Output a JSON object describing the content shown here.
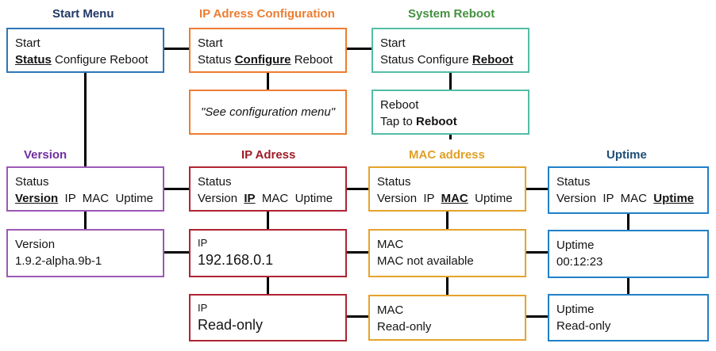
{
  "titles": {
    "start_menu": "Start Menu",
    "ip_config": "IP Adress Configuration",
    "system_reboot": "System Reboot",
    "version": "Version",
    "ip_address": "IP Adress",
    "mac_address": "MAC address",
    "uptime": "Uptime"
  },
  "nodes": {
    "start_menu": {
      "line1": "Start",
      "pre": "",
      "selected": "Status",
      "post": " Configure Reboot"
    },
    "ip_config": {
      "line1": "Start",
      "pre": "Status ",
      "selected": "Configure",
      "post": " Reboot"
    },
    "system_reboot": {
      "line1": "Start",
      "pre": "Status Configure ",
      "selected": "Reboot",
      "post": ""
    },
    "see_config": {
      "text": "\"See configuration menu\""
    },
    "reboot": {
      "line1": "Reboot",
      "pre": "Tap to ",
      "selected": "Reboot",
      "post": ""
    },
    "version_status": {
      "line1": "Status",
      "pre": "",
      "selected": "Version",
      "post": "  IP  MAC  Uptime"
    },
    "ip_status": {
      "line1": "Status",
      "pre": "Version  ",
      "selected": "IP",
      "post": "  MAC  Uptime"
    },
    "mac_status": {
      "line1": "Status",
      "pre": "Version  IP  ",
      "selected": "MAC",
      "post": "  Uptime"
    },
    "uptime_status": {
      "line1": "Status",
      "pre": "Version  IP  MAC  ",
      "selected": "Uptime",
      "post": ""
    },
    "version_value": {
      "label": "Version",
      "value": "1.9.2-alpha.9b-1"
    },
    "ip_value": {
      "label": "IP",
      "value": "192.168.0.1"
    },
    "mac_value": {
      "label": "MAC",
      "value": "MAC not available"
    },
    "uptime_value": {
      "label": "Uptime",
      "value": "00:12:23"
    },
    "ip_readonly": {
      "label": "IP",
      "value": "Read-only"
    },
    "mac_readonly": {
      "label": "MAC",
      "value": "Read-only"
    },
    "uptime_readonly": {
      "label": "Uptime",
      "value": "Read-only"
    }
  },
  "colors": {
    "title_navy": "#1F3864",
    "title_orange": "#ED7D31",
    "title_green": "#44913E",
    "title_purple": "#7030A0",
    "title_dark_red": "#A01C28",
    "title_gold": "#DFA028",
    "title_blue": "#1F4E79",
    "border_blue": "#2E75B6",
    "border_orange": "#ED7D31",
    "border_teal": "#52BDA5",
    "border_purple": "#9C59B6",
    "border_red": "#B02334",
    "border_gold": "#E5A32C",
    "border_bright_blue": "#2180C8",
    "connector": "#000000"
  }
}
